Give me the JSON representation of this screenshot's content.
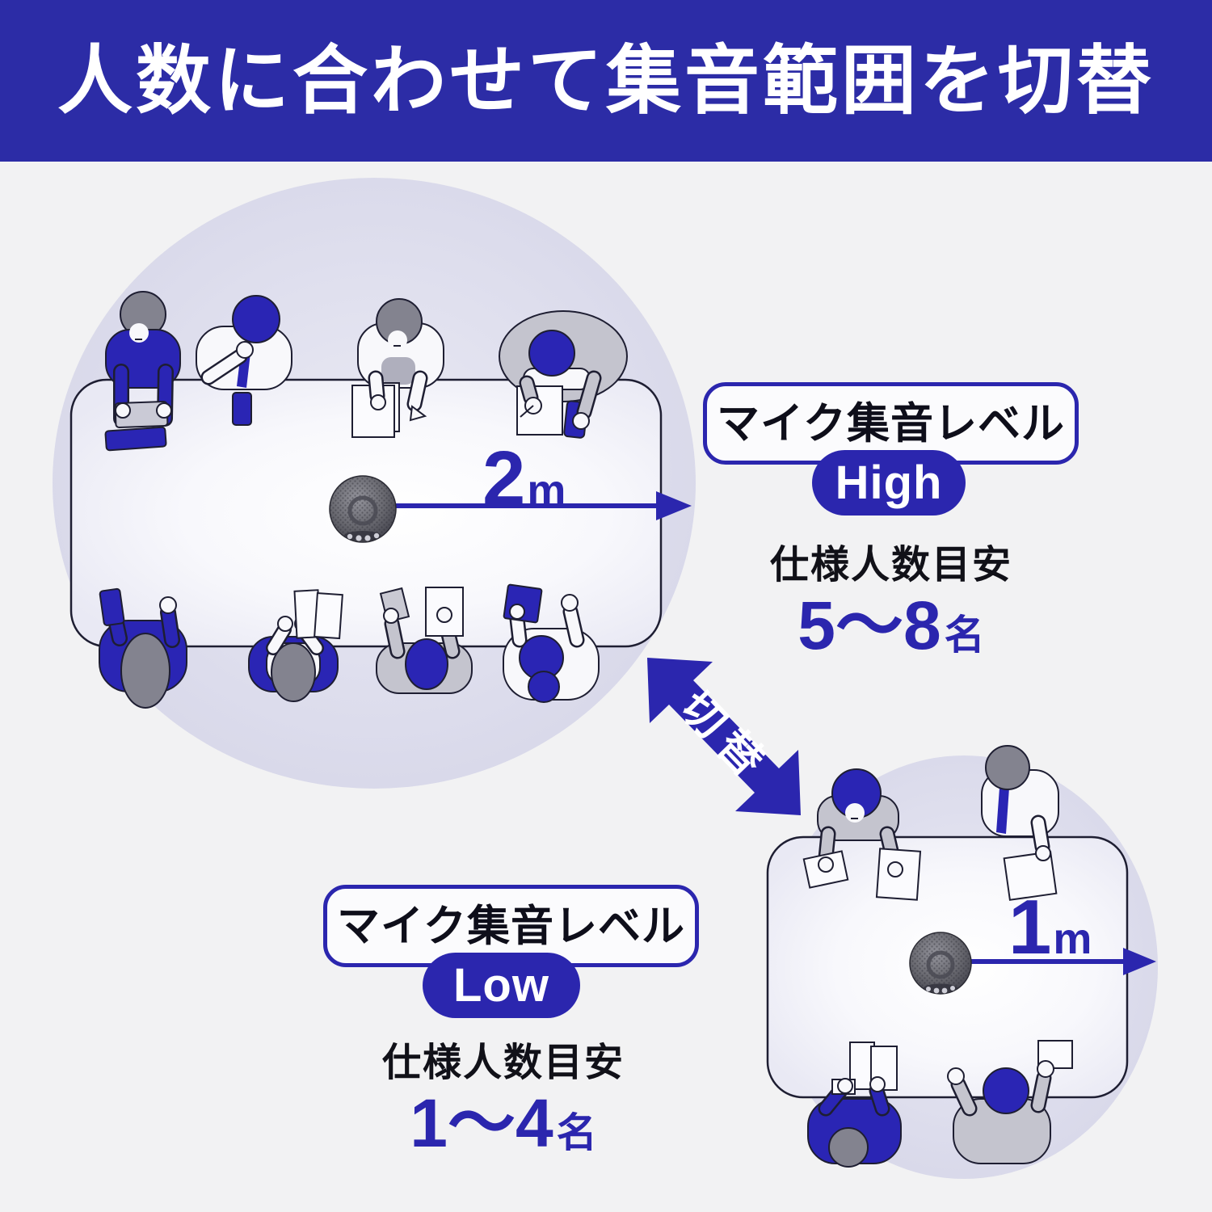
{
  "banner": {
    "title": "人数に合わせて集音範囲を切替"
  },
  "high_zone": {
    "range_value": "2",
    "range_unit": "m",
    "level_label": "マイク集音レベル",
    "level_value": "High",
    "capacity_caption": "仕様人数目安",
    "capacity_value": "5〜8",
    "capacity_unit": "名",
    "people_count": 8
  },
  "low_zone": {
    "range_value": "1",
    "range_unit": "m",
    "level_label": "マイク集音レベル",
    "level_value": "Low",
    "capacity_caption": "仕様人数目安",
    "capacity_value": "1〜4",
    "capacity_unit": "名",
    "people_count": 4
  },
  "switch_arrow": {
    "label": "切替"
  },
  "icons": {
    "speakerphone": "conference-speakerphone-top-view",
    "range_arrow": "right-arrow",
    "switch_arrow": "double-headed-diagonal-arrow"
  },
  "colors": {
    "accent": "#2B26AE",
    "banner_bg": "#2C2CA6",
    "pickup_area": "#DBDBEC",
    "background": "#F2F2F3",
    "clothing_blue": "#2A25B4",
    "suit_gray": "#C4C4CE",
    "hair_gray": "#83838F",
    "device_gray": "#55555E"
  }
}
